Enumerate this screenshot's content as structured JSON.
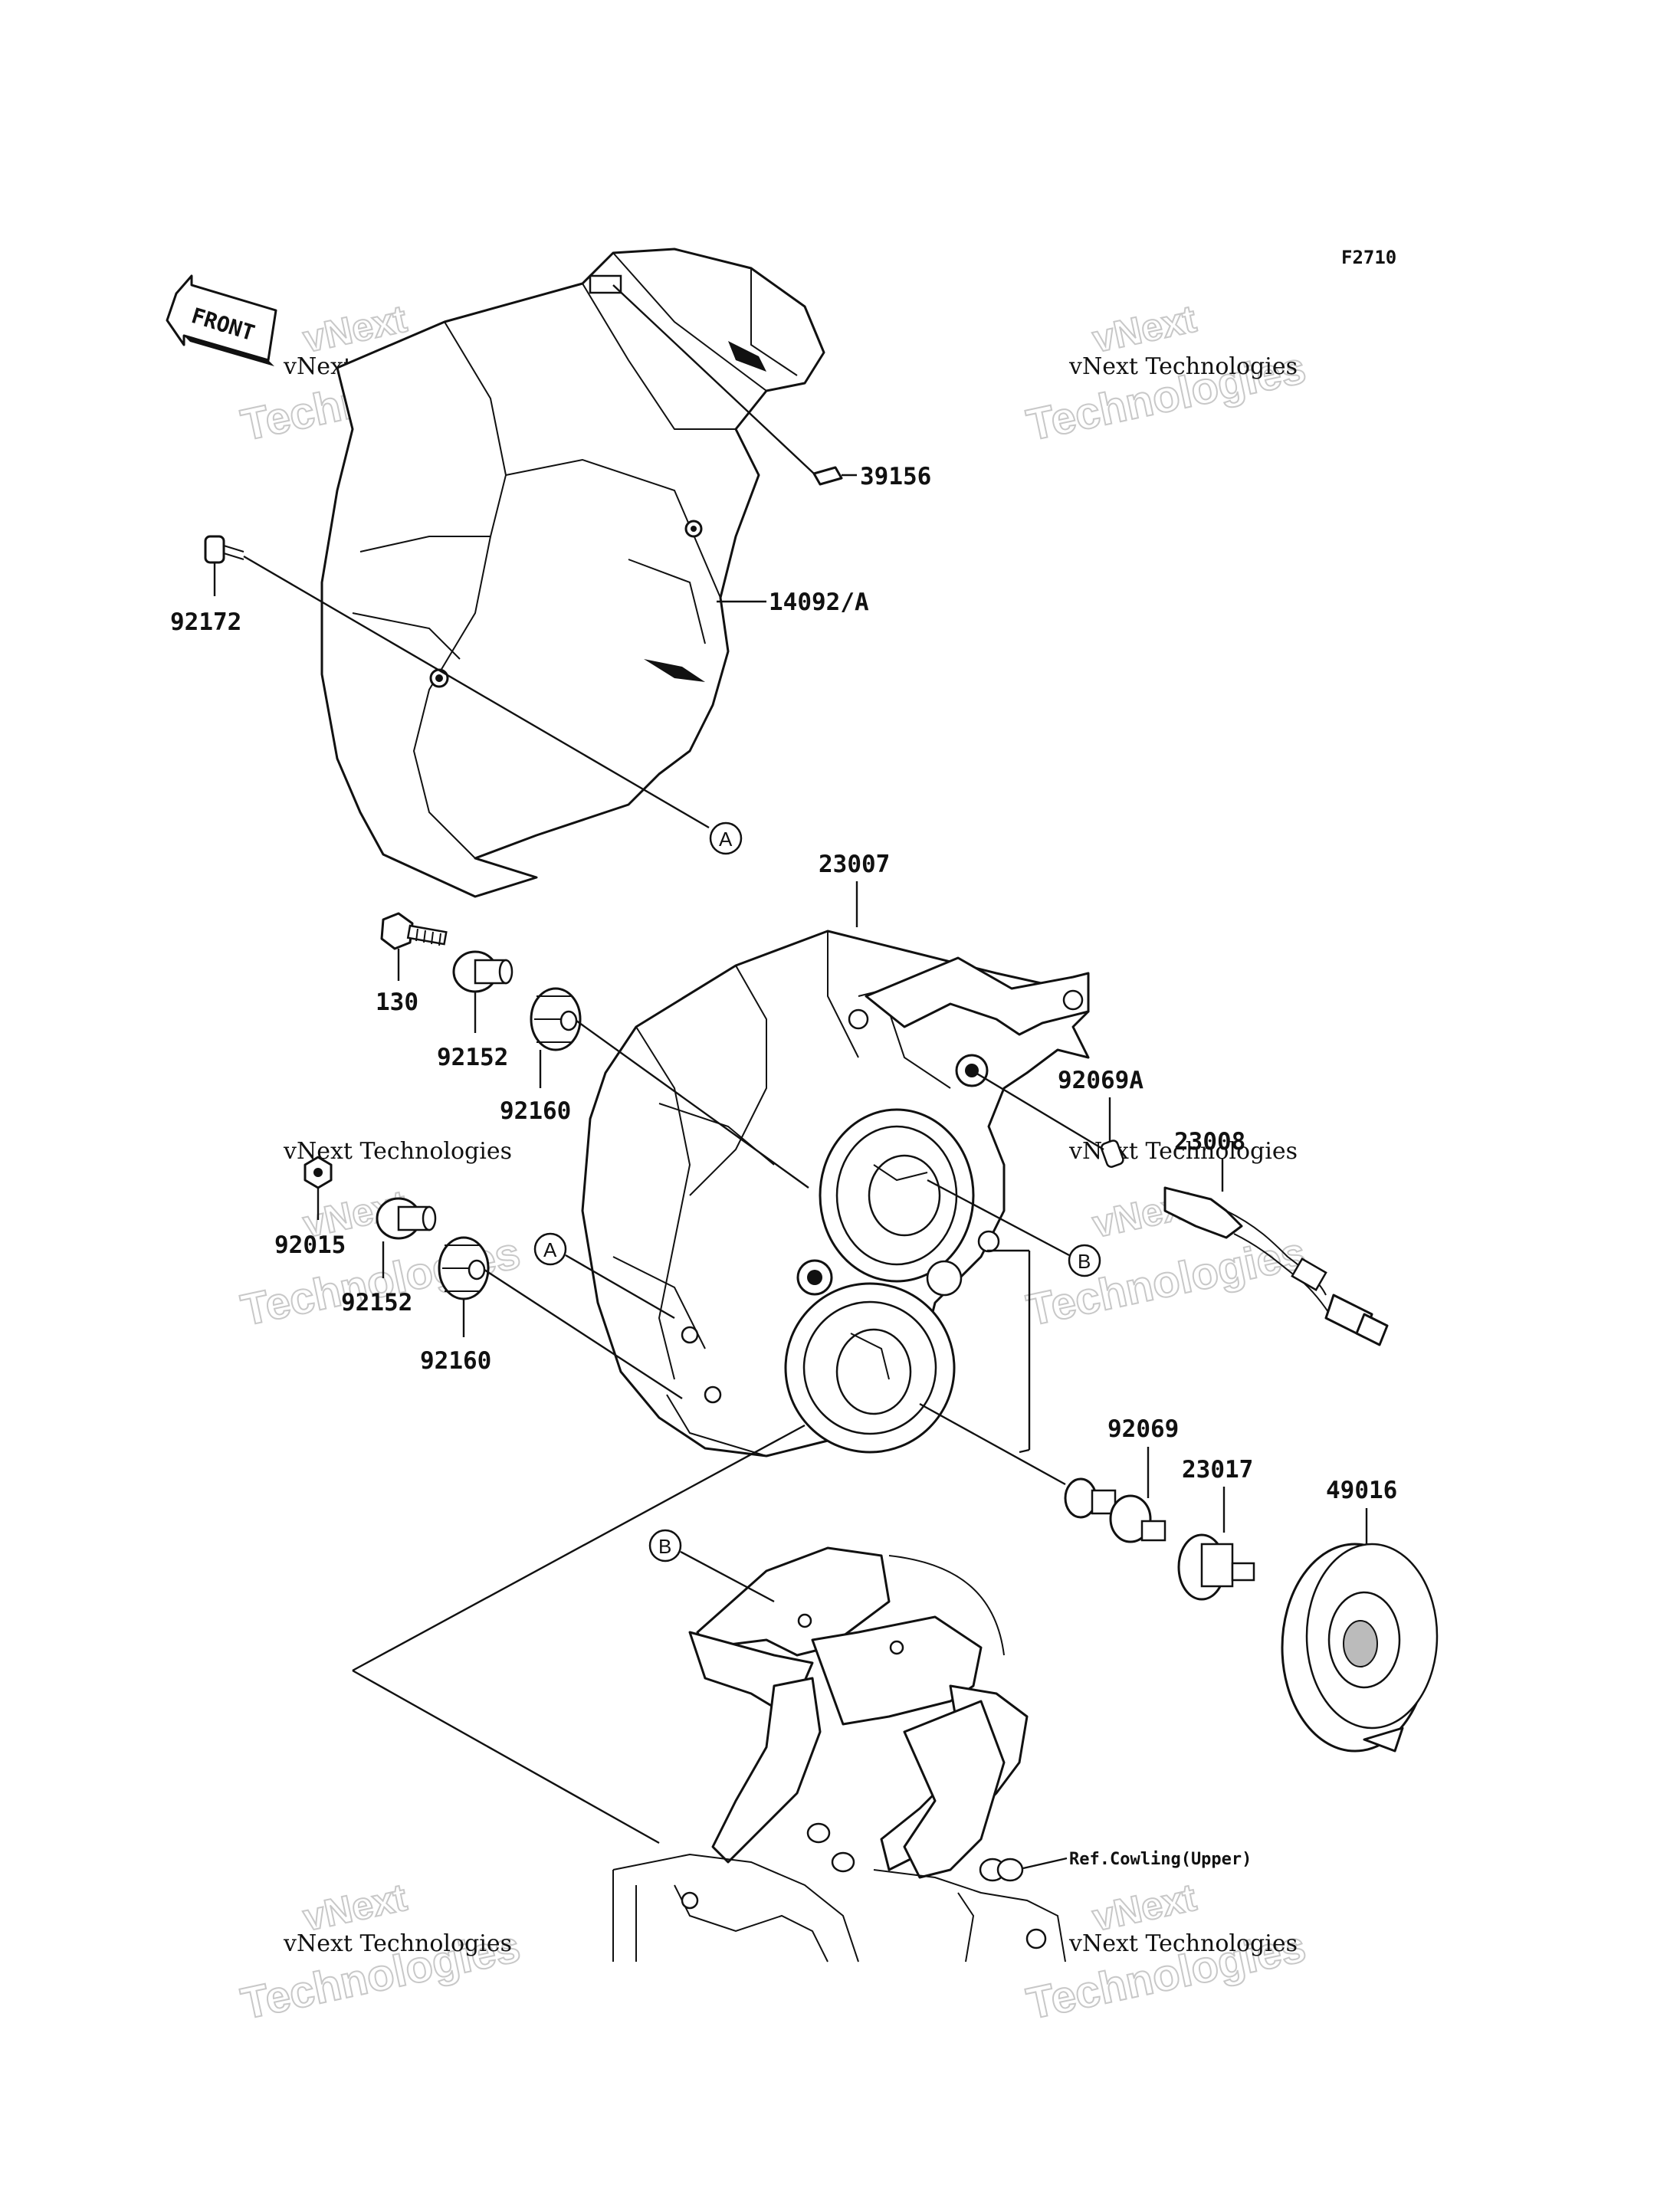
{
  "figure_id": "F2710",
  "front_label": "FRONT",
  "watermark": {
    "line1": "vNext Technologies",
    "line2a": "vNext",
    "line2b": "Technologies"
  },
  "part_labels": {
    "p39156": "39156",
    "p14092A": "14092/A",
    "p92172": "92172",
    "p23007": "23007",
    "p130": "130",
    "p92152a": "92152",
    "p92160a": "92160",
    "p92015": "92015",
    "p92152b": "92152",
    "p92160b": "92160",
    "p92069A": "92069A",
    "p23008": "23008",
    "p92069": "92069",
    "p23017": "23017",
    "p49016": "49016",
    "ref_cowling": "Ref.Cowling(Upper)"
  },
  "ref_markers": {
    "A": "A",
    "B": "B"
  }
}
